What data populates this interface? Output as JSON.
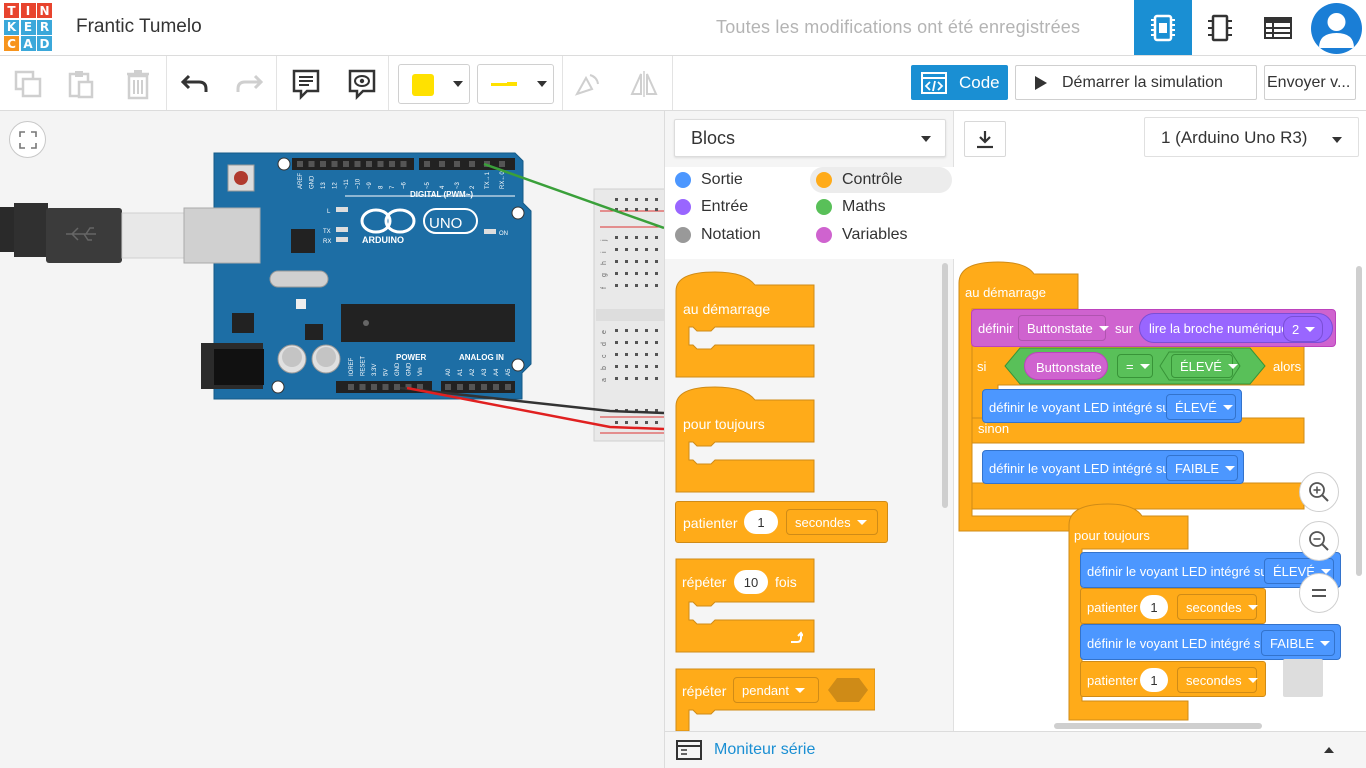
{
  "app": {
    "logo_letters": [
      "T",
      "I",
      "N",
      "K",
      "E",
      "R",
      "C",
      "A",
      "D"
    ],
    "logo_colors": [
      "#e8442e",
      "#e8442e",
      "#e8442e",
      "#3ba8da",
      "#3ba8da",
      "#3ba8da",
      "#f7941d",
      "#3ba8da",
      "#3ba8da"
    ],
    "project_name": "Frantic Tumelo",
    "save_status": "Toutes les modifications ont été enregistrées",
    "accent": "#1a8fd3"
  },
  "header": {
    "view_buttons": [
      "circuit-view-icon",
      "schematic-view-icon",
      "component-list-icon"
    ],
    "active_view": "circuit-view-icon"
  },
  "toolbar": {
    "tools": [
      "copy-icon",
      "paste-icon",
      "delete-icon",
      "undo-icon",
      "redo-icon",
      "note-icon",
      "view-notes-icon"
    ],
    "color_swatch": "#ffe100",
    "wire_color": "#ffe100",
    "code_label": "Code",
    "simulate_label": "Démarrer la simulation",
    "send_label": "Envoyer v..."
  },
  "palette": {
    "mode": "Blocs",
    "categories": [
      {
        "label": "Sortie",
        "color": "#4c97ff"
      },
      {
        "label": "Contrôle",
        "color": "#ffab19"
      },
      {
        "label": "Entrée",
        "color": "#9966ff"
      },
      {
        "label": "Maths",
        "color": "#59c059"
      },
      {
        "label": "Notation",
        "color": "#999999"
      },
      {
        "label": "Variables",
        "color": "#cf63cf"
      }
    ],
    "selected_category": "Contrôle",
    "blocks": {
      "on_start": "au démarrage",
      "forever": "pour toujours",
      "wait": "patienter",
      "wait_value": "1",
      "wait_unit": "secondes",
      "repeat": "répéter",
      "repeat_value": "10",
      "repeat_suffix": "fois",
      "repeat_while": "répéter",
      "repeat_while_mode": "pendant"
    }
  },
  "workspace": {
    "board": "1 (Arduino Uno R3)",
    "serial_monitor": "Moniteur série",
    "script1": {
      "hat": "au démarrage",
      "set_label": "définir",
      "var_name": "Buttonstate",
      "on_label": "sur",
      "read_pin": "lire la broche numérique",
      "pin_value": "2",
      "if_label": "si",
      "op": "=",
      "compare_value": "ÉLEVÉ",
      "then_label": "alors",
      "led_label": "définir le voyant LED intégré sur",
      "led_high": "ÉLEVÉ",
      "else_label": "sinon",
      "led_low": "FAIBLE"
    },
    "script2": {
      "hat": "pour toujours",
      "led_label_1": "définir le voyant LED intégré sur",
      "led_value_1": "ÉLEVÉ",
      "wait_label_1": "patienter",
      "wait_value_1": "1",
      "wait_unit_1": "secondes",
      "led_label_2": "définir le voyant LED intégré sur",
      "led_value_2": "FAIBLE",
      "wait_label_2": "patienter",
      "wait_value_2": "1",
      "wait_unit_2": "secondes"
    }
  },
  "circuit": {
    "board_text": {
      "brand": "ARDUINO",
      "model": "UNO",
      "digital": "DIGITAL (PWM~)",
      "power": "POWER",
      "analog": "ANALOG IN",
      "led_l": "L",
      "led_tx": "TX",
      "led_rx": "RX",
      "led_on": "ON",
      "top_pins": [
        "AREF",
        "GND",
        "13",
        "12",
        "~11",
        "~10",
        "~9",
        "8",
        "7",
        "~6",
        "~5",
        "4",
        "~3",
        "2",
        "TX→1",
        "RX←0"
      ],
      "power_pins": [
        "IOREF",
        "RESET",
        "3.3V",
        "5V",
        "GND",
        "GND",
        "Vin"
      ],
      "analog_pins": [
        "A0",
        "A1",
        "A2",
        "A3",
        "A4",
        "A5"
      ]
    },
    "breadboard_rows": [
      "j",
      "i",
      "h",
      "g",
      "f",
      "e",
      "d",
      "c",
      "b",
      "a"
    ],
    "wire_colors": {
      "signal": "#3aa03a",
      "gnd": "#333333",
      "power": "#e02020"
    }
  }
}
